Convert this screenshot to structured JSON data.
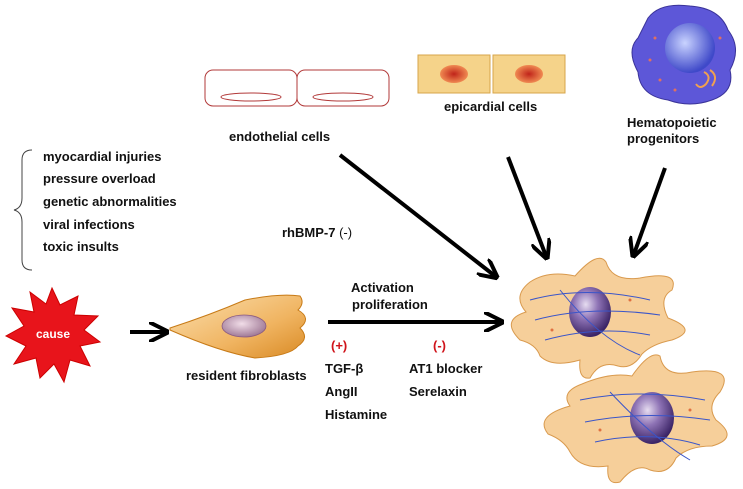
{
  "causes": {
    "items": [
      "myocardial injuries",
      "pressure overload",
      "genetic abnormalities",
      "viral infections",
      "toxic insults"
    ],
    "cause_label": "cause"
  },
  "cells": {
    "endothelial": "endothelial cells",
    "epicardial": "epicardial cells",
    "hematopoietic_line1": "Hematopoietic",
    "hematopoietic_line2": "progenitors",
    "resident_fibroblasts": "resident fibroblasts"
  },
  "process": {
    "activation": "Activation",
    "proliferation": "proliferation",
    "rhbmp7": "rhBMP-7",
    "rhbmp7_sign": "(-)"
  },
  "promoters": {
    "sign": "(+)",
    "items": [
      "TGF-β",
      "AngII",
      "Histamine"
    ]
  },
  "inhibitors": {
    "sign": "(-)",
    "items": [
      "AT1 blocker",
      "Serelaxin"
    ]
  },
  "colors": {
    "cause_burst": "#e8141b",
    "fibroblast_body": "#f2c27c",
    "fibroblast_edge": "#c77a16",
    "nucleus": "#7b5aa0",
    "macrophage": "#6a63e0",
    "epicardial_body": "#f5d38a",
    "endothelial_line": "#b23a3a",
    "sign_red": "#d0141b"
  }
}
